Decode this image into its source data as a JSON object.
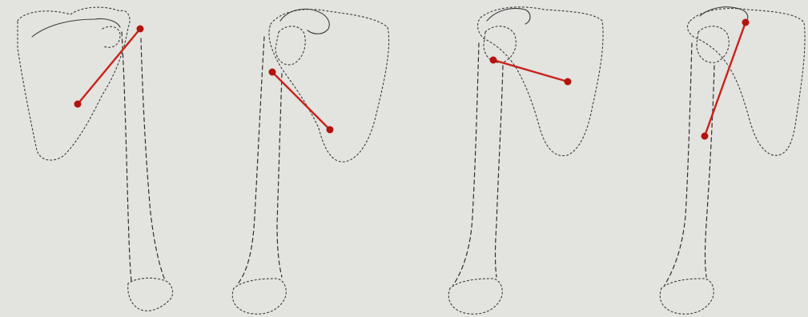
{
  "figure": {
    "panels": [
      {
        "id": "panel-1",
        "muscle_line_color": "#c8231b"
      },
      {
        "id": "panel-2",
        "muscle_line_color": "#c8231b"
      },
      {
        "id": "panel-3",
        "muscle_line_color": "#c8231b"
      },
      {
        "id": "panel-4",
        "muscle_line_color": "#c8231b"
      }
    ],
    "colors": {
      "background": "#e3e3e0",
      "outline": "#3a3a3a",
      "muscle_line": "#c8231b",
      "attachment_point": "#b3140f"
    }
  }
}
